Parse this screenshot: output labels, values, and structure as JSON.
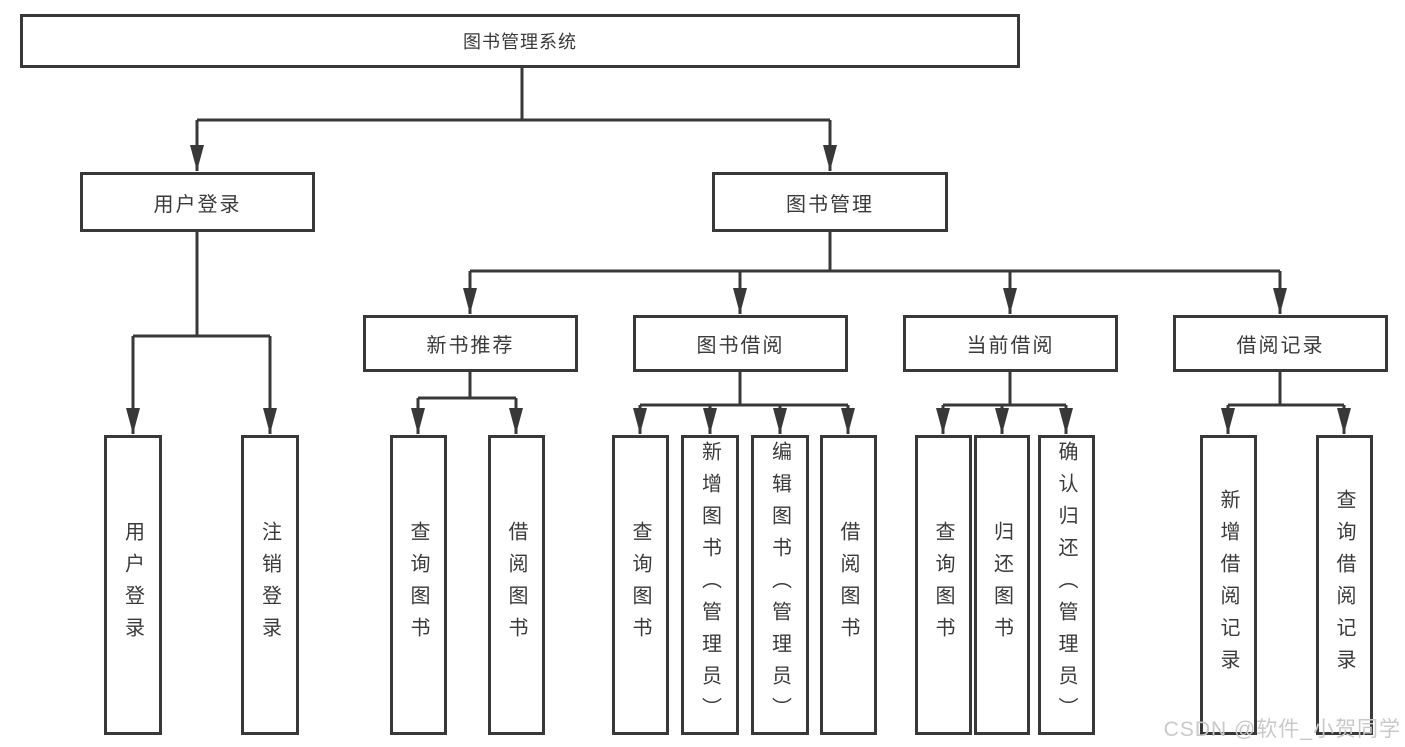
{
  "tree": {
    "root": {
      "label": "图书管理系统"
    },
    "branches": [
      {
        "label": "用户登录",
        "children": [
          {
            "label": "用户登录"
          },
          {
            "label": "注销登录"
          }
        ]
      },
      {
        "label": "图书管理",
        "children": [
          {
            "label": "新书推荐",
            "children": [
              {
                "label": "查询图书"
              },
              {
                "label": "借阅图书"
              }
            ]
          },
          {
            "label": "图书借阅",
            "children": [
              {
                "label": "查询图书"
              },
              {
                "label": "新增图书（管理员）"
              },
              {
                "label": "编辑图书（管理员）"
              },
              {
                "label": "借阅图书"
              }
            ]
          },
          {
            "label": "当前借阅",
            "children": [
              {
                "label": "查询图书"
              },
              {
                "label": "归还图书"
              },
              {
                "label": "确认归还（管理员）"
              }
            ]
          },
          {
            "label": "借阅记录",
            "children": [
              {
                "label": "新增借阅记录"
              },
              {
                "label": "查询借阅记录"
              }
            ]
          }
        ]
      }
    ]
  },
  "watermark": {
    "text": "CSDN @软件_小贺同学"
  },
  "colors": {
    "line": "#383838",
    "box_border": "#383838",
    "text": "#3a3a3a",
    "watermark": "#c9c9c9"
  }
}
